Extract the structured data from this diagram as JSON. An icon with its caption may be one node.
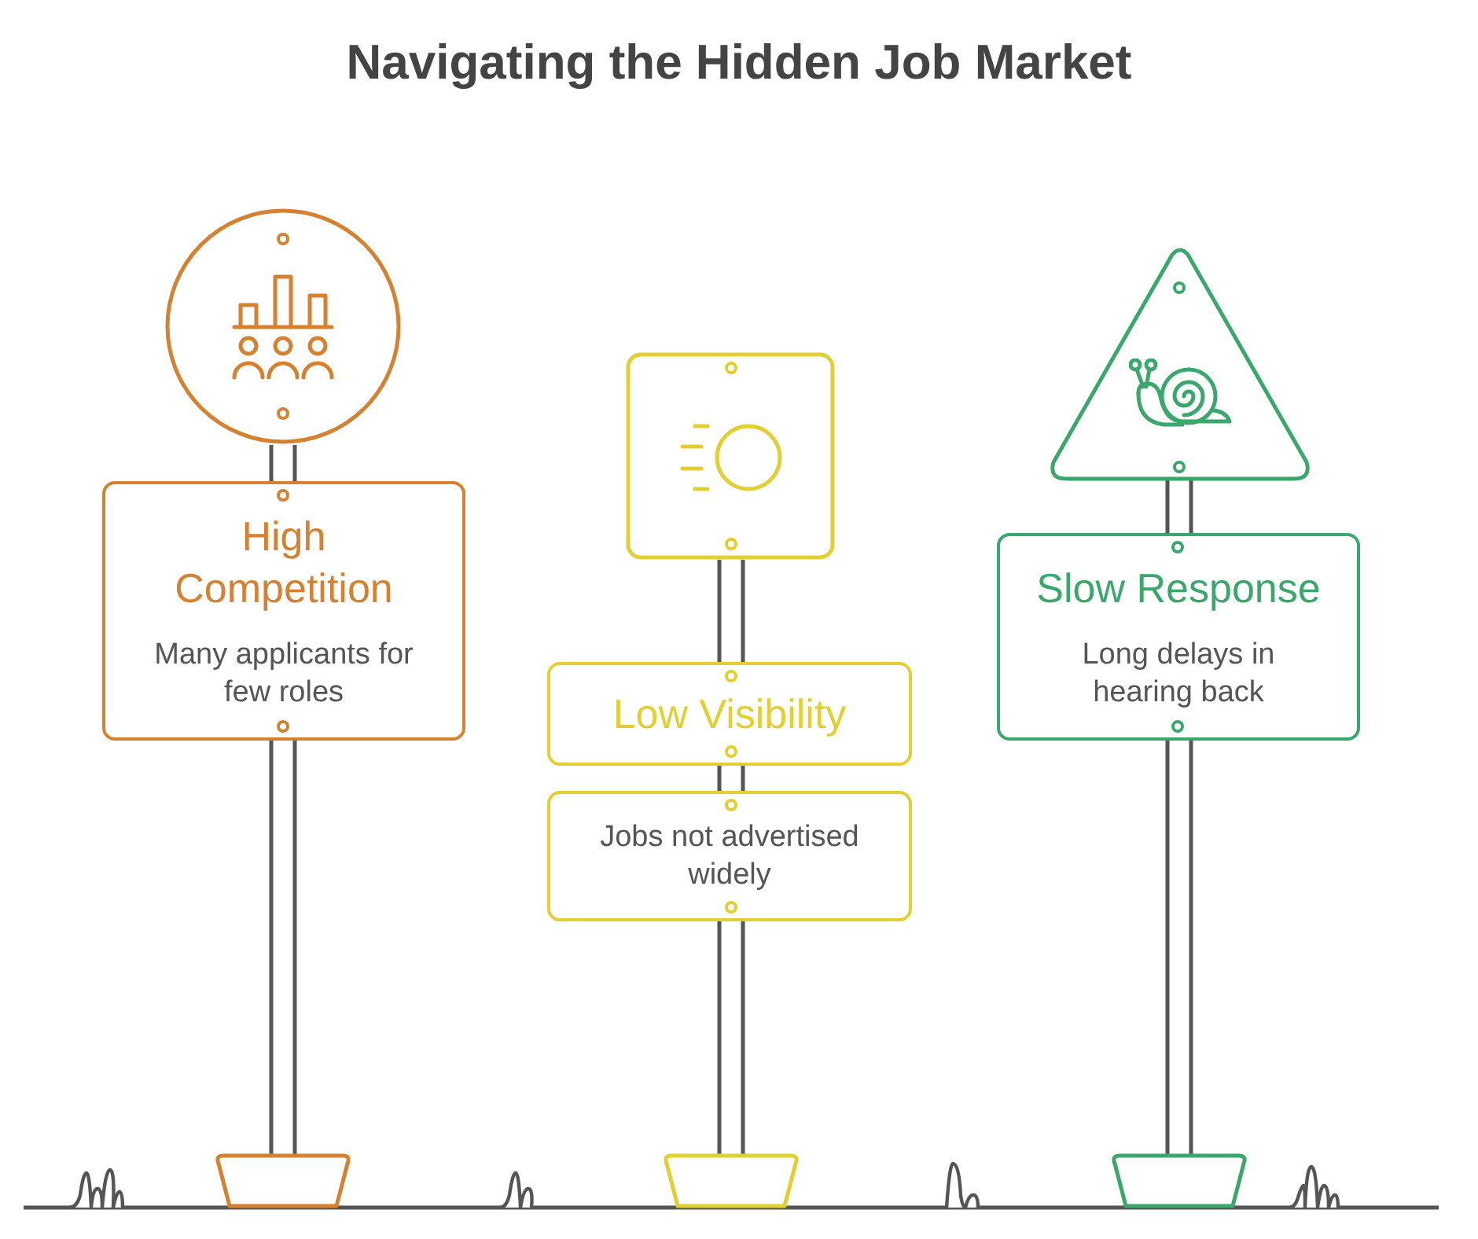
{
  "diagram": {
    "title": "Navigating the Hidden Job Market",
    "nodes": [
      {
        "text": [],
        "shape": "circle"
      },
      {
        "text": [
          "High Competition",
          "Many applicants for few roles"
        ]
      },
      {
        "text": [],
        "shape": "box"
      },
      {
        "text": [
          "Low Visibility"
        ]
      },
      {
        "text": [
          "Jobs not advertised widely"
        ]
      },
      {
        "text": [],
        "shape": "triangle"
      },
      {
        "text": [
          "Slow Response",
          "Long delays in hearing back"
        ]
      }
    ]
  }
}
